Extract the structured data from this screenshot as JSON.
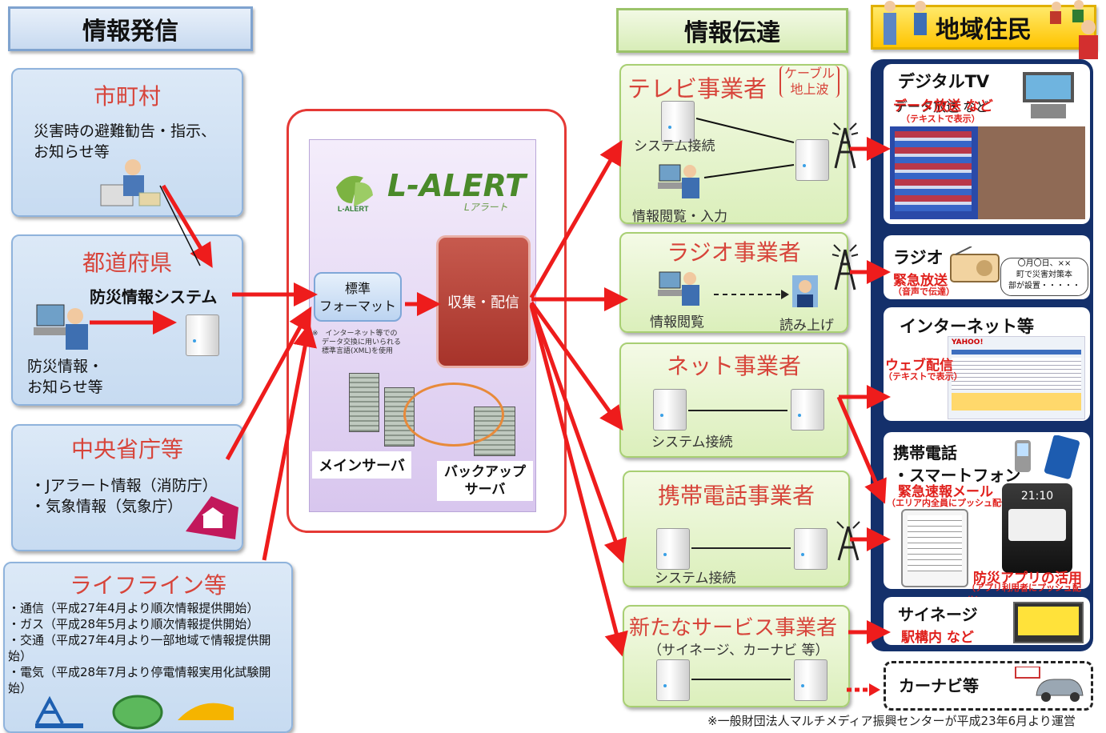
{
  "headers": {
    "info_send": "情報発信",
    "info_transfer": "情報伝達",
    "residents": "地域住民"
  },
  "left": {
    "municipality": {
      "title": "市町村",
      "text1": "災害時の避難勧告・指示、",
      "text2": "お知らせ等"
    },
    "prefecture": {
      "title": "都道府県",
      "system": "防災情報システム",
      "text1": "防災情報・",
      "text2": "お知らせ等"
    },
    "central": {
      "title": "中央省庁等",
      "line1": "・Jアラート情報（消防庁）",
      "line2": "・気象情報（気象庁）"
    },
    "lifeline": {
      "title": "ライフライン等",
      "items": [
        "・通信（平成27年4月より順次情報提供開始）",
        "・ガス（平成28年5月より順次情報提供開始）",
        "・交通（平成27年4月より一部地域で情報提供開",
        "始）",
        "・電気（平成28年7月より停電情報実用化試験開",
        "始）"
      ]
    }
  },
  "center": {
    "logo": "L-ALERT",
    "logo_kana": "Lアラート",
    "logo_small": "L-ALERT",
    "std_format_line1": "標準",
    "std_format_line2": "フォーマット",
    "note_line1": "※　インターネット等での",
    "note_line2": "データ交換に用いられる",
    "note_line3": "標準言語(XML)を使用",
    "collect": "収集・配信",
    "main_server": "メインサーバ",
    "backup_line1": "バックアップ",
    "backup_line2": "サーバ"
  },
  "middle": {
    "tv": {
      "title": "テレビ事業者",
      "sub1": "ケーブル",
      "sub2": "地上波",
      "conn": "システム接続",
      "browse": "情報閲覧・入力"
    },
    "radio": {
      "title": "ラジオ事業者",
      "browse": "情報閲覧",
      "read": "読み上げ"
    },
    "net": {
      "title": "ネット事業者",
      "conn": "システム接続"
    },
    "mobile": {
      "title": "携帯電話事業者",
      "conn": "システム接続"
    },
    "newsvc": {
      "title": "新たなサービス事業者",
      "sub": "（サイネージ、カーナビ 等）"
    }
  },
  "right": {
    "dtv": {
      "title": "デジタルTV",
      "label": "データ放送 など",
      "small": "（テキストで表示）"
    },
    "radio": {
      "title": "ラジオ",
      "label": "緊急放送",
      "small": "（音声で伝達）",
      "bubble1": "〇月〇日、××",
      "bubble2": "町で災害対策本",
      "bubble3": "部が設置・・・・・"
    },
    "internet": {
      "title": "インターネット等",
      "label": "ウェブ配信",
      "small": "（テキストで表示）",
      "yahoo": "YAHOO!"
    },
    "mobile": {
      "title1": "携帯電話",
      "title2": "・スマートフォン",
      "label": "緊急速報メール",
      "small": "（エリア内全員にプッシュ配信）",
      "app": "防災アプリの活用",
      "app_small": "（アプリ利用者にプッシュ配信）",
      "clock": "21:10"
    },
    "signage": {
      "title": "サイネージ",
      "label": "駅構内 など"
    },
    "carnavi": {
      "title": "カーナビ等"
    }
  },
  "footer": {
    "note1": "※一般財団法人マルチメディア振興センターが平成23年6月より運営"
  },
  "colors": {
    "arrow": "#ee1c1c",
    "blue_border": "#8fb3dc",
    "green_border": "#a8cf73",
    "red_text": "#d7443a",
    "navy_panel": "#14306b"
  }
}
